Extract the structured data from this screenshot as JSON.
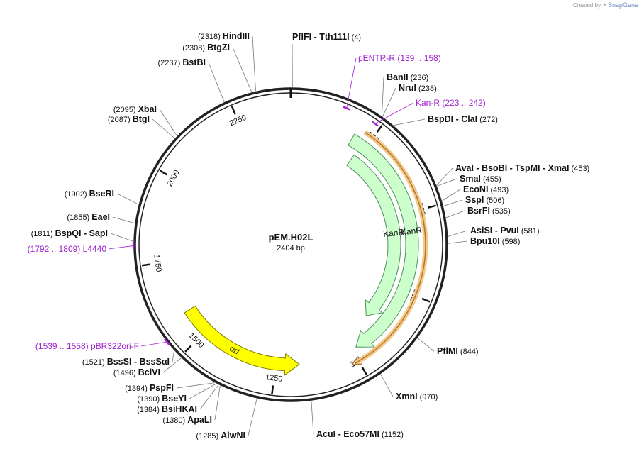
{
  "credit": {
    "text": "Created by",
    "brand": "SnapGene"
  },
  "plasmid": {
    "name": "pEM.H02L",
    "length_label": "2404 bp",
    "length": 2404
  },
  "colors": {
    "primer": "#a020d0",
    "kanr_fill": "#ccffcc",
    "kanr_stroke": "#4c8f5c",
    "ori_fill": "#ffff00",
    "ori_stroke": "#7a7a00",
    "kanr_highlight": "#f5c88a",
    "backbone": "#222222"
  },
  "ticks": [
    "250",
    "500",
    "750",
    "1000",
    "1250",
    "1500",
    "1750",
    "2000",
    "2250"
  ],
  "features": [
    {
      "id": "kanr-outer",
      "label": "KanR",
      "type": "arrow",
      "start": 223,
      "end": 1015,
      "color": "kanr"
    },
    {
      "id": "kanr-middle",
      "label": "KanR",
      "type": "arrow",
      "start": 200,
      "end": 990,
      "color": "kanr"
    },
    {
      "id": "kanr-inner",
      "label": "KanR",
      "type": "arrow",
      "start": 235,
      "end": 890,
      "color": "kanr"
    },
    {
      "id": "ori",
      "label": "ori",
      "type": "arrow",
      "start": 1150,
      "end": 1560,
      "reverse": true,
      "color": "ori"
    }
  ],
  "sites": [
    {
      "name": "PflFI",
      "name2": "Tth111I",
      "pos": "(4)"
    },
    {
      "name": "BanII",
      "pos": "(236)"
    },
    {
      "name": "NruI",
      "pos": "(238)"
    },
    {
      "name": "BspDI",
      "name2": "ClaI",
      "pos": "(272)"
    },
    {
      "name": "AvaI",
      "name2": "BsoBI",
      "name3": "TspMI",
      "name4": "XmaI",
      "pos": "(453)"
    },
    {
      "name": "SmaI",
      "pos": "(455)"
    },
    {
      "name": "EcoNI",
      "pos": "(493)"
    },
    {
      "name": "SspI",
      "pos": "(506)"
    },
    {
      "name": "BsrFI",
      "pos": "(535)"
    },
    {
      "name": "AsiSI",
      "name2": "PvuI",
      "pos": "(581)"
    },
    {
      "name": "Bpu10I",
      "pos": "(598)"
    },
    {
      "name": "PflMI",
      "pos": "(844)"
    },
    {
      "name": "XmnI",
      "pos": "(970)"
    },
    {
      "name": "AcuI",
      "name2": "Eco57MI",
      "pos": "(1152)"
    },
    {
      "name": "AlwNI",
      "pos": "(1285)"
    },
    {
      "name": "ApaLI",
      "pos": "(1380)"
    },
    {
      "name": "BsiHKAI",
      "pos": "(1384)"
    },
    {
      "name": "BseYI",
      "pos": "(1390)"
    },
    {
      "name": "PspFI",
      "pos": "(1394)"
    },
    {
      "name": "BciVI",
      "pos": "(1496)"
    },
    {
      "name": "BssSI",
      "name2": "BssSαI",
      "pos": "(1521)"
    },
    {
      "name": "SapI",
      "name_pre": "BspQI",
      "pos": "(1811)"
    },
    {
      "name": "EaeI",
      "pos": "(1855)"
    },
    {
      "name": "BseRI",
      "pos": "(1902)"
    },
    {
      "name": "BtgI",
      "pos": "(2087)"
    },
    {
      "name": "XbaI",
      "pos": "(2095)"
    },
    {
      "name": "BstBI",
      "pos": "(2237)"
    },
    {
      "name": "BtgZI",
      "pos": "(2308)"
    },
    {
      "name": "HindIII",
      "pos": "(2318)"
    }
  ],
  "primers": [
    {
      "name": "pENTR-R",
      "range": "(139 .. 158)"
    },
    {
      "name": "Kan-R",
      "range": "(223 .. 242)"
    },
    {
      "name": "L4440",
      "range": "(1792 .. 1809)"
    },
    {
      "name": "pBR322ori-F",
      "range": "(1539 .. 1558)"
    }
  ]
}
